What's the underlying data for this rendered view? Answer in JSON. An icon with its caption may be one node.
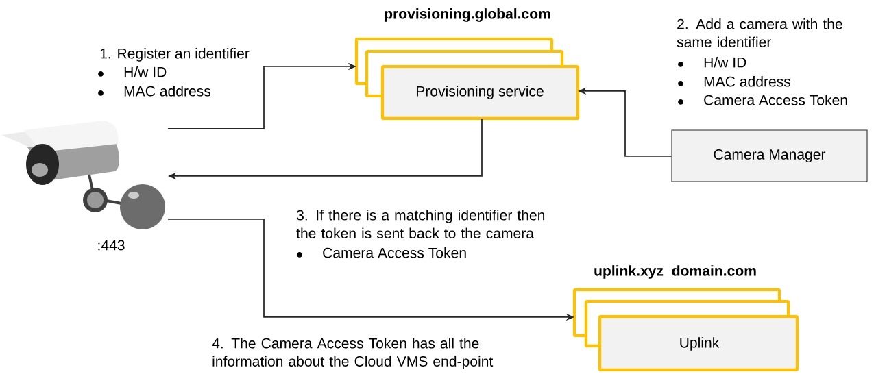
{
  "diagram": {
    "nodes": [
      {
        "text": [
          "provisioning.global.com",
          "Provisioning service"
        ]
      },
      {
        "text": [],
        "shape": "picture",
        "beside": [
          ":443"
        ]
      },
      {
        "text": [
          "Camera Manager"
        ]
      },
      {
        "text": [
          "uplink.xyz_domain.com",
          "Uplink"
        ]
      }
    ],
    "edges": [
      {
        "from": 1,
        "to": 0,
        "arrow": "to"
      },
      {
        "from": 0,
        "to": 1,
        "arrow": "to"
      },
      {
        "from": 2,
        "to": 0,
        "arrow": "to"
      },
      {
        "from": 1,
        "to": 3,
        "arrow": "to"
      }
    ],
    "labels": [
      "1. Register an identifier",
      "H/w ID",
      "MAC address",
      "2. Add a camera with the same identifier",
      "H/w ID",
      "MAC address",
      "Camera Access Token",
      "3. If there is a matching identifier then the token is sent back to the camera",
      "Camera Access Token",
      "4. The Camera Access Token has all the information about the Cloud VMS end-point"
    ]
  }
}
